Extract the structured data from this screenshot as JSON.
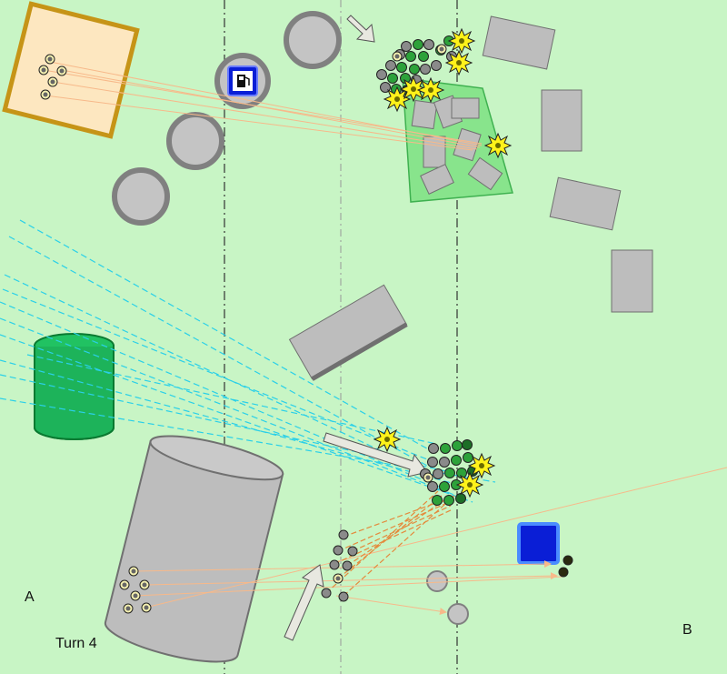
{
  "map": {
    "turn_label": "Turn 4",
    "zone_left_label": "A",
    "zone_right_label": "B"
  },
  "colors": {
    "grass": "#c8f5c5",
    "building_fill": "#bdbdbd",
    "building_stroke": "#707070",
    "tower_fill": "#c4c4c4",
    "tower_stroke": "#808080",
    "tank_green": "#1db35a",
    "fire_line": "#2ad0e8",
    "tracer_line": "#f7b98a",
    "tracer_dash": "#e48a3c",
    "explosion": "#fff21a",
    "objective_blue": "#0a1ed6",
    "crate_fill": "#fde7c0",
    "crate_stroke": "#c69417"
  },
  "icons": [
    "fuel-pump-icon",
    "explosion-icon",
    "move-arrow-icon",
    "infantry-token"
  ]
}
